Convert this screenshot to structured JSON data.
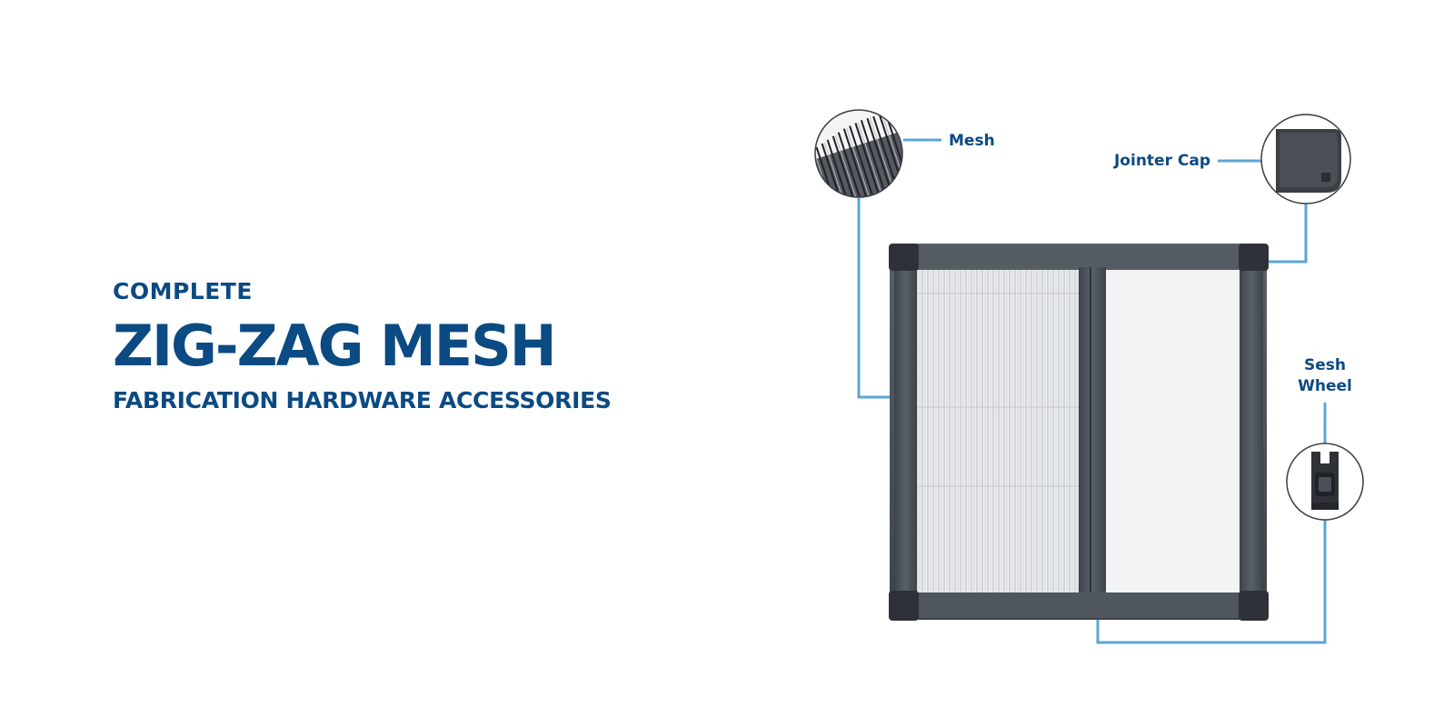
{
  "headline": {
    "kicker": "COMPLETE",
    "title": "ZIG-ZAG MESH",
    "subtitle": "FABRICATION HARDWARE ACCESSORIES"
  },
  "callouts": {
    "mesh": "Mesh",
    "jointer_cap": "Jointer Cap",
    "sesh_wheel_line1": "Sesh",
    "sesh_wheel_line2": "Wheel"
  },
  "colors": {
    "brand_blue": "#0b4a82",
    "callout_line": "#5aa6d4",
    "frame": "#4b5058"
  }
}
